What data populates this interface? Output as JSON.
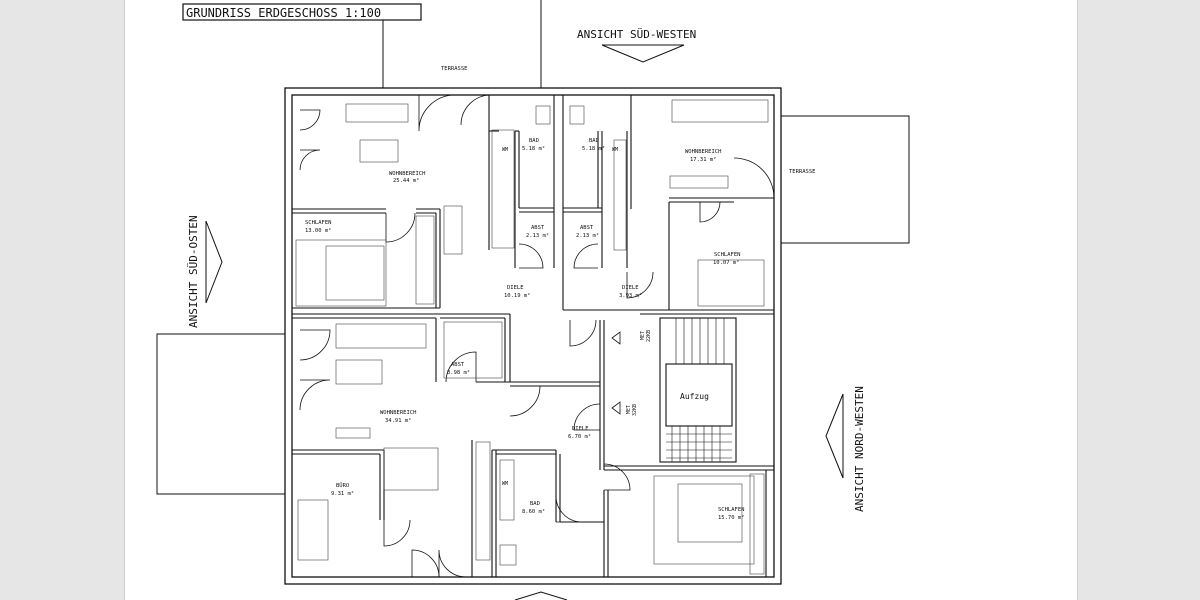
{
  "title": "GRUNDRISS ERDGESCHOSS 1:100",
  "views": {
    "south_west": "ANSICHT SÜD-WESTEN",
    "south_east": "ANSICHT SÜD-OSTEN",
    "north_west": "ANSICHT NORD-WESTEN"
  },
  "terraces": {
    "top": "TERRASSE",
    "right": "TERRASSE"
  },
  "rooms": {
    "wohnbereich_a": {
      "name": "WOHNBEREICH",
      "area": "25.44 m²"
    },
    "schlafen_a": {
      "name": "SCHLAFEN",
      "area": "13.00 m²"
    },
    "bad_a": {
      "name": "BAD",
      "area": "5.18 m²"
    },
    "bad_b": {
      "name": "BAD",
      "area": "5.18 m²"
    },
    "wohnbereich_b": {
      "name": "WOHNBEREICH",
      "area": "17.31 m²"
    },
    "abst_a": {
      "name": "ABST",
      "area": "2.13 m²"
    },
    "abst_b": {
      "name": "ABST",
      "area": "2.13 m²"
    },
    "schlafen_b": {
      "name": "SCHLAFEN",
      "area": "10.07 m²"
    },
    "diele_a": {
      "name": "DIELE",
      "area": "10.19 m²"
    },
    "diele_b": {
      "name": "DIELE",
      "area": "3.93 m²"
    },
    "abst_c": {
      "name": "ABST",
      "area": "3.98 m²"
    },
    "wohnbereich_c": {
      "name": "WOHNBEREICH",
      "area": "34.91 m²"
    },
    "diele_c": {
      "name": "DIELE",
      "area": "6.70 m²"
    },
    "buero": {
      "name": "BÜRO",
      "area": "9.31 m²"
    },
    "bad_c": {
      "name": "BAD",
      "area": "8.60 m²"
    },
    "schlafen_c": {
      "name": "SCHLAFEN",
      "area": "15.70 m²"
    }
  },
  "fixtures": {
    "wm_a": "WM",
    "wm_b": "WM",
    "wm_c": "WM",
    "met_a": "MET",
    "met_a_sub": "22KB",
    "met_b": "MET",
    "met_b_sub": "32KB",
    "elevator": "Aufzug"
  }
}
